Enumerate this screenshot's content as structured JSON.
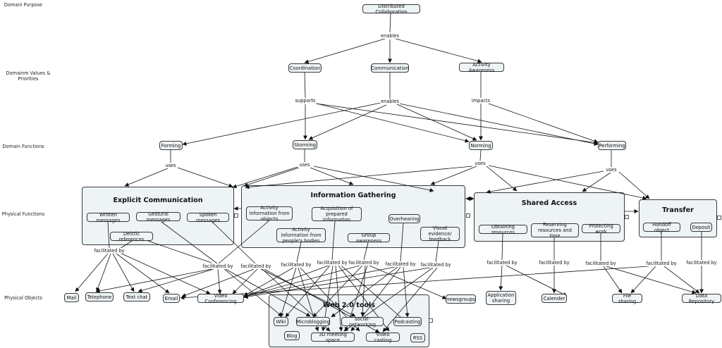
{
  "levels": {
    "domain_purpose": "Domain Purpose",
    "domain_values": "Domainm Values & Priorities",
    "domain_functions": "Domain Functions",
    "physical_functions": "Physical Functions",
    "physical_objects": "Physical Objects"
  },
  "purpose": {
    "distributed_collaboration": "Distributed Collaboration"
  },
  "values": {
    "coordination": "Coordination",
    "communication": "Communication",
    "activity_awareness": "Activity Awareness"
  },
  "functions": {
    "forming": "Forming",
    "storming": "Storming",
    "norming": "Norming",
    "performing": "Performing"
  },
  "groups": {
    "explicit": {
      "title": "Explicit Communication",
      "written": "Written messages",
      "gestural": "Gestural messages",
      "spoken": "Spoken messages",
      "deictic": "Deictic references"
    },
    "info": {
      "title": "Information Gathering",
      "activity_objects": "Activity information from objects",
      "acquisition": "Acquisition of prepared information",
      "overhearing": "Overhearing",
      "activity_bodies": "Activity information from people's bodies",
      "group_awareness": "Group awareness",
      "visual_evidence": "Visual evidence/ feedback"
    },
    "shared": {
      "title": "Shared Access",
      "obtaining": "Obtaining resources",
      "reserving": "Reserving resources and time",
      "protecting": "Protecting work"
    },
    "transfer": {
      "title": "Transfer",
      "handoff": "Handoff object",
      "deposit": "Deposit"
    },
    "web": {
      "title": "Web 2.0 tools",
      "wiki": "Wiki",
      "microblogging": "Microblogging",
      "social": "social-networking",
      "podcasting": "Podcasting",
      "blog": "Blog",
      "meeting": "3D meeting space",
      "video_casting": "Video casting",
      "rss": "RSS"
    }
  },
  "objects": {
    "mail": "Mail",
    "telephone": "Telephone",
    "text_chat": "Text chat",
    "email": "Email",
    "video_conf": "Video Conferencing",
    "newsgroups": "newsgroups",
    "app_sharing": "Application sharing",
    "calender": "Calender",
    "file_sharing": "File sharing",
    "data_repo": "Data Repository"
  },
  "link_labels": {
    "enables": "enables",
    "supports": "supports",
    "impacts": "impacts",
    "uses": "uses",
    "facilitated_by": "facilitated by"
  },
  "colors": {
    "node_fill": "#eef3f6",
    "border": "#3a3a3a",
    "edge": "#111111"
  }
}
